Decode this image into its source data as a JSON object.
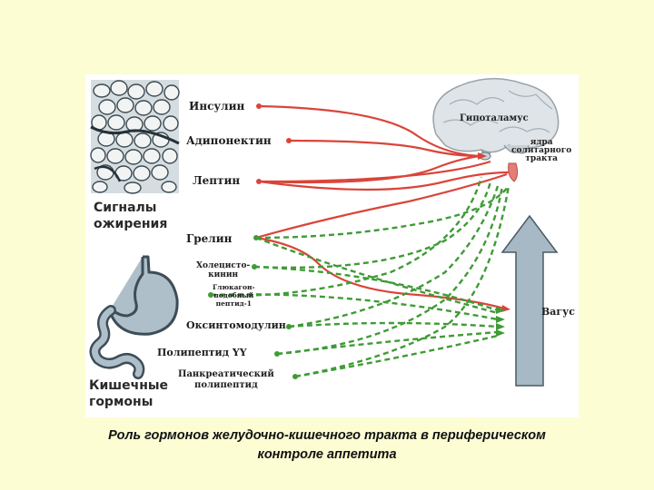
{
  "hormones": {
    "insulin": "Инсулин",
    "adiponectin": "Адипонектин",
    "leptin": "Лептин",
    "ghrelin": "Грелин",
    "cholecystokinin": "Холецисто-\nкинин",
    "glp1": "Глюкагон-\nподобный\nпептид-1",
    "oxyntomodulin": "Оксинтомодулин",
    "pyy": "Полипептид YY",
    "pancreatic": "Панкреатический\nполипептид"
  },
  "groups": {
    "obesity": "Сигналы\nожирения",
    "gut": "Кишечные\nгормоны"
  },
  "brain": {
    "hypothalamus": "Гипоталамус",
    "nucleus": "ядра\nсолитарного\nтракта"
  },
  "vagus": "Вагус",
  "caption": "Роль гормонов желудочно-кишечного тракта в периферическом\nконтроле аппетита",
  "colors": {
    "background": "#fdfdd4",
    "red_signal": "#d9453a",
    "green_signal": "#3f9b36",
    "arrow_fill": "#a7b9c5"
  }
}
